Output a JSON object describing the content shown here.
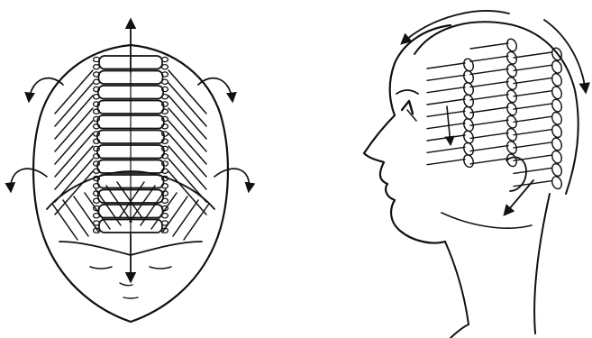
{
  "figure": {
    "panels": [
      {
        "id": "top-view",
        "curler_rows": 12
      },
      {
        "id": "side-view",
        "curler_columns": 3
      }
    ],
    "colors": {
      "ink": "#111111",
      "background": "#ffffff"
    }
  }
}
